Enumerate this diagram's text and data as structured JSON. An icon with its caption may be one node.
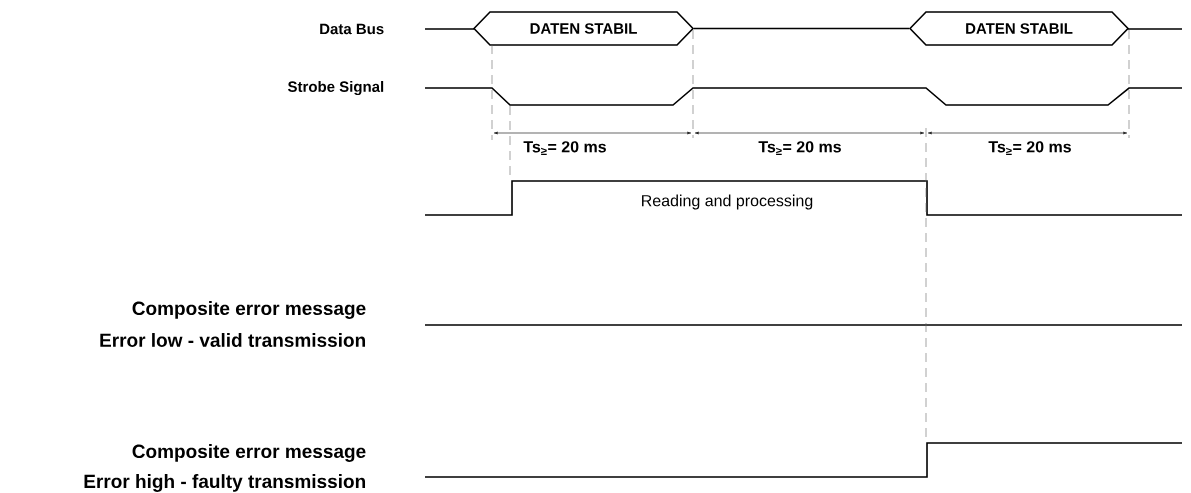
{
  "diagram": {
    "nodes": [
      {
        "text": [
          "DATEN STABIL"
        ]
      },
      {
        "text": [
          "DATEN STABIL"
        ]
      }
    ],
    "edges": [
      {
        "from": 0,
        "to": 1,
        "arrow": "none"
      }
    ],
    "labels": [
      "Data Bus",
      "Strobe Signal",
      "Ts$_{≥}$= 20 ms",
      "Ts$_{≥}$= 20 ms",
      "Ts$_{≥}$= 20 ms",
      "Reading and processing",
      "Composite error message",
      "Error low - valid transmission",
      "Composite error message",
      "Error high - faulty transmission"
    ]
  }
}
